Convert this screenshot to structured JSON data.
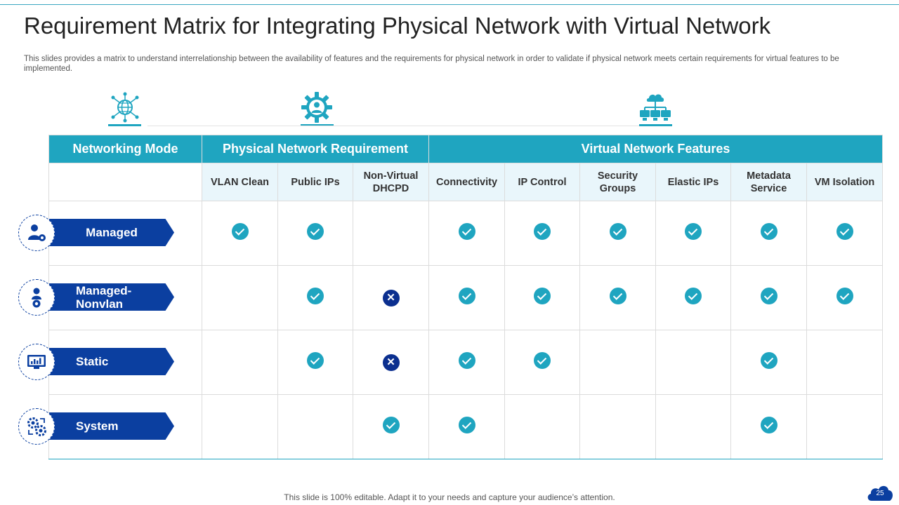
{
  "slide": {
    "title": "Requirement Matrix for Integrating Physical Network with Virtual Network",
    "subtitle": "This slides provides a matrix to understand interrelationship between the availability of features and the requirements for physical network in order to validate if physical network meets certain requirements for virtual features to be implemented.",
    "footer": "This slide is 100% editable. Adapt it to your needs and capture your audience’s attention.",
    "page_number": "25"
  },
  "header_icons": [
    "globe-network-icon",
    "gear-user-icon",
    "cloud-network-icon"
  ],
  "table": {
    "groups": [
      "Networking Mode",
      "Physical Network Requirement",
      "Virtual Network Features"
    ],
    "columns": [
      "VLAN Clean",
      "Public IPs",
      "Non-Virtual DHCPD",
      "Connectivity",
      "IP Control",
      "Security Groups",
      "Elastic IPs",
      "Metadata Service",
      "VM Isolation"
    ],
    "rows": [
      {
        "mode": "Managed",
        "icon": "user-gear-icon",
        "cells": [
          "check",
          "check",
          "",
          "check",
          "check",
          "check",
          "check",
          "check",
          "check"
        ]
      },
      {
        "mode": "Managed-Nonvlan",
        "icon": "person-gear-icon",
        "cells": [
          "",
          "check",
          "cross",
          "check",
          "check",
          "check",
          "check",
          "check",
          "check"
        ]
      },
      {
        "mode": "Static",
        "icon": "monitor-chart-icon",
        "cells": [
          "",
          "check",
          "cross",
          "check",
          "check",
          "",
          "",
          "check",
          ""
        ]
      },
      {
        "mode": "System",
        "icon": "gears-icon",
        "cells": [
          "",
          "",
          "check",
          "check",
          "",
          "",
          "",
          "check",
          ""
        ]
      }
    ]
  },
  "colors": {
    "teal": "#1fa5c0",
    "navy": "#0b3fa0",
    "light_header": "#e9f6fb",
    "cross": "#0b2f8f"
  }
}
